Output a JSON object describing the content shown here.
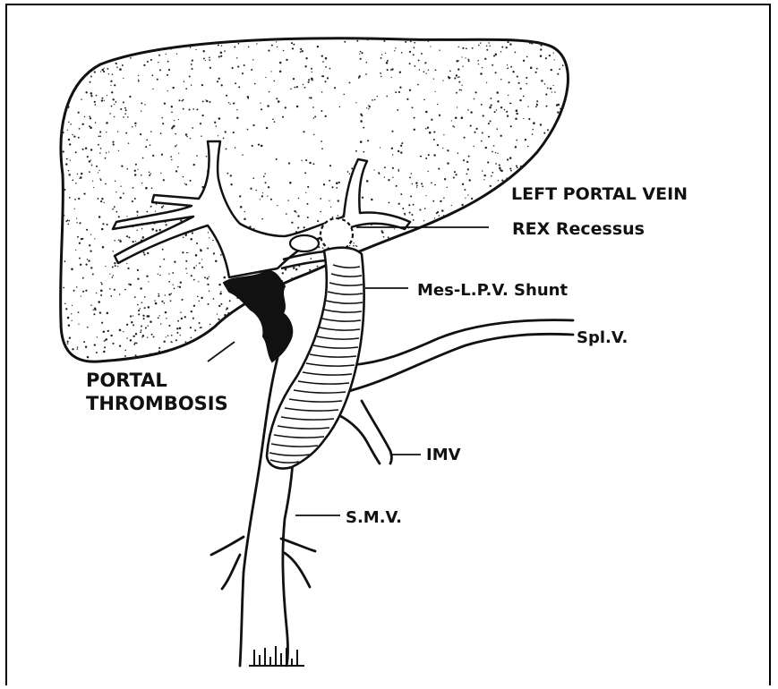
{
  "labels": {
    "left_portal_vein": "LEFT PORTAL VEIN",
    "rex_recessus": "REX Recessus",
    "shunt": "Mes-L.P.V. Shunt",
    "splenic_vein": "Spl.V.",
    "portal": "PORTAL",
    "thrombosis": "THROMBOSIS",
    "imv": "IMV",
    "smv": "S.M.V."
  }
}
